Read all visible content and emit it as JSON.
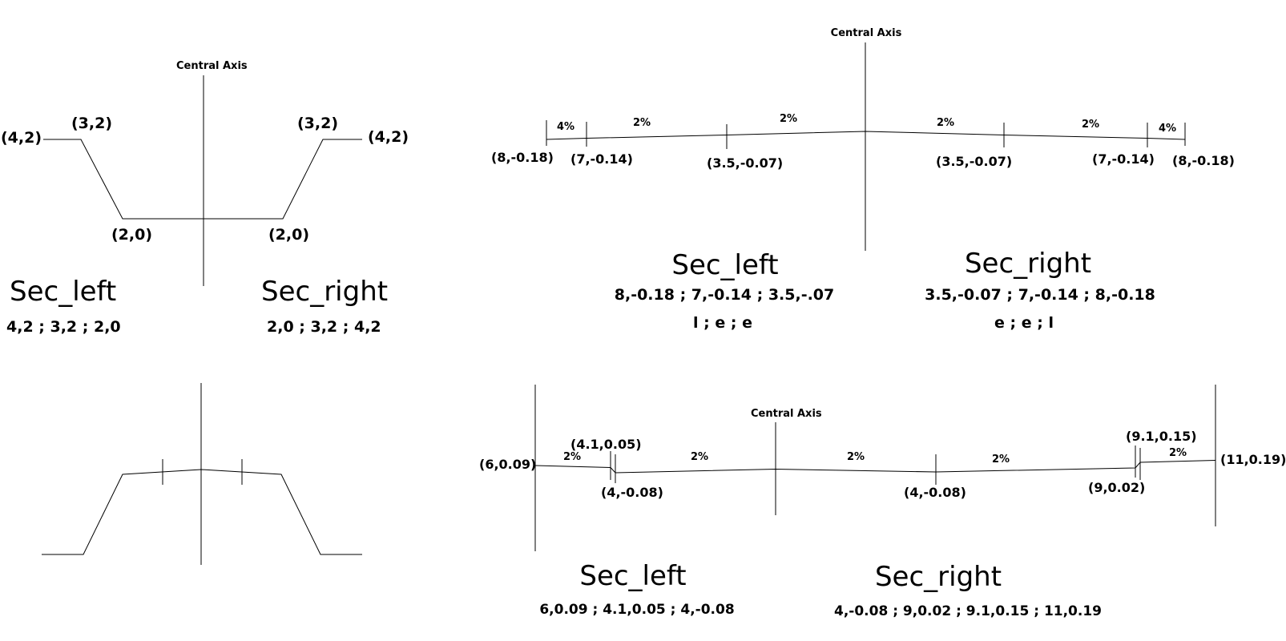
{
  "background": "#ffffff",
  "line_color": "#000000",
  "diagrams": {
    "top_left": {
      "axis_label": "Central Axis",
      "point_labels": [
        "(4,2)",
        "(3,2)",
        "(3,2)",
        "(4,2)",
        "(2,0)",
        "(2,0)"
      ],
      "sec_left": {
        "title": "Sec_left",
        "list": "4,2 ; 3,2 ; 2,0"
      },
      "sec_right": {
        "title": "Sec_right",
        "list": "2,0 ; 3,2 ; 4,2"
      }
    },
    "top_right": {
      "axis_label": "Central Axis",
      "slope_labels": [
        "4%",
        "2%",
        "2%",
        "2%",
        "2%",
        "4%"
      ],
      "point_labels": [
        "(8,-0.18)",
        "(7,-0.14)",
        "(3.5,-0.07)",
        "(3.5,-0.07)",
        "(7,-0.14)",
        "(8,-0.18)"
      ],
      "sec_left": {
        "title": "Sec_left",
        "list": "8,-0.18 ; 7,-0.14 ; 3.5,-.07",
        "codes": "l ; e ; e"
      },
      "sec_right": {
        "title": "Sec_right",
        "list": "3.5,-0.07 ; 7,-0.14 ; 8,-0.18",
        "codes": "e ; e ; l"
      }
    },
    "bottom_right": {
      "axis_label": "Central Axis",
      "slope_labels": [
        "2%",
        "2%",
        "2%",
        "2%",
        "2%"
      ],
      "point_labels": [
        "(6,0.09)",
        "(4.1,0.05)",
        "(4,-0.08)",
        "(4,-0.08)",
        "(9,0.02)",
        "(9.1,0.15)",
        "(11,0.19)"
      ],
      "sec_left": {
        "title": "Sec_left",
        "list": "6,0.09 ; 4.1,0.05 ; 4,-0.08"
      },
      "sec_right": {
        "title": "Sec_right",
        "list": "4,-0.08 ; 9,0.02 ; 9.1,0.15 ; 11,0.19"
      }
    }
  }
}
